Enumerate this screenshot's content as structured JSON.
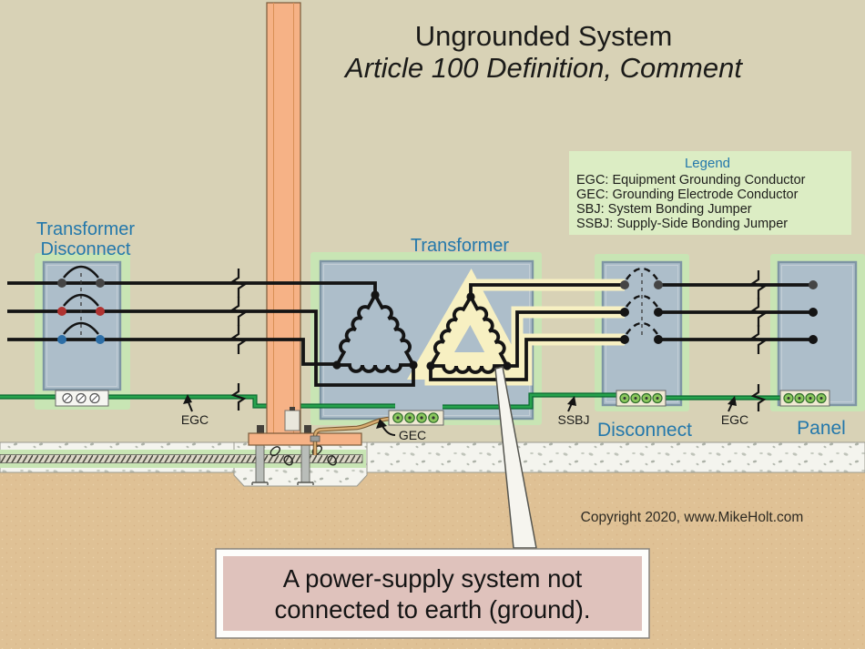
{
  "title": {
    "line1": "Ungrounded System",
    "line2": "Article 100 Definition, Comment"
  },
  "legend": {
    "heading": "Legend",
    "items": [
      "EGC: Equipment Grounding Conductor",
      "GEC: Grounding Electrode Conductor",
      "SBJ: System Bonding Jumper",
      "SSBJ: Supply-Side Bonding Jumper"
    ]
  },
  "components": {
    "transformer_disconnect_line1": "Transformer",
    "transformer_disconnect_line2": "Disconnect",
    "transformer": "Transformer",
    "disconnect": "Disconnect",
    "panel": "Panel"
  },
  "wire_labels": {
    "egc_left": "EGC",
    "gec": "GEC",
    "ssbj": "SSBJ",
    "egc_right": "EGC"
  },
  "callout": {
    "line1": "A power-supply system not",
    "line2": "connected to earth (ground)."
  },
  "copyright": "Copyright 2020, www.MikeHolt.com",
  "colors": {
    "bg": "#d8d2b6",
    "earth": "#dfc195",
    "concrete": "#f4f4ee",
    "glow": "#c8e5b4",
    "legendBg": "#dcedc4",
    "boxFill": "#adbeca",
    "boxStroke": "#7e95a4",
    "pole": "#f6b286",
    "halo": "#f7f0c2",
    "wireGreen": "#27a24d",
    "wireGreenDark": "#0d6f33",
    "gec": "#d9ad72",
    "callout": "#dfc2bc",
    "blueLabel": "#2478ab",
    "termGreen": "#8cc85e",
    "phaseRed": "#b03331",
    "phaseBlue": "#2d6ea6",
    "phaseGray": "#454545"
  }
}
